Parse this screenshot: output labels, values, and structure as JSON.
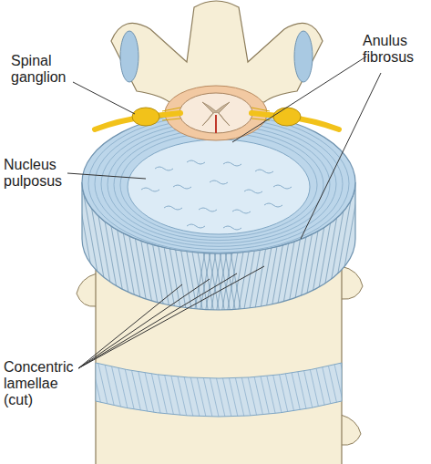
{
  "diagram": {
    "labels": [
      "Spinal ganglion",
      "Anulus fibrosus",
      "Nucleus pulposus",
      "Concentric lamellae (cut)"
    ]
  }
}
